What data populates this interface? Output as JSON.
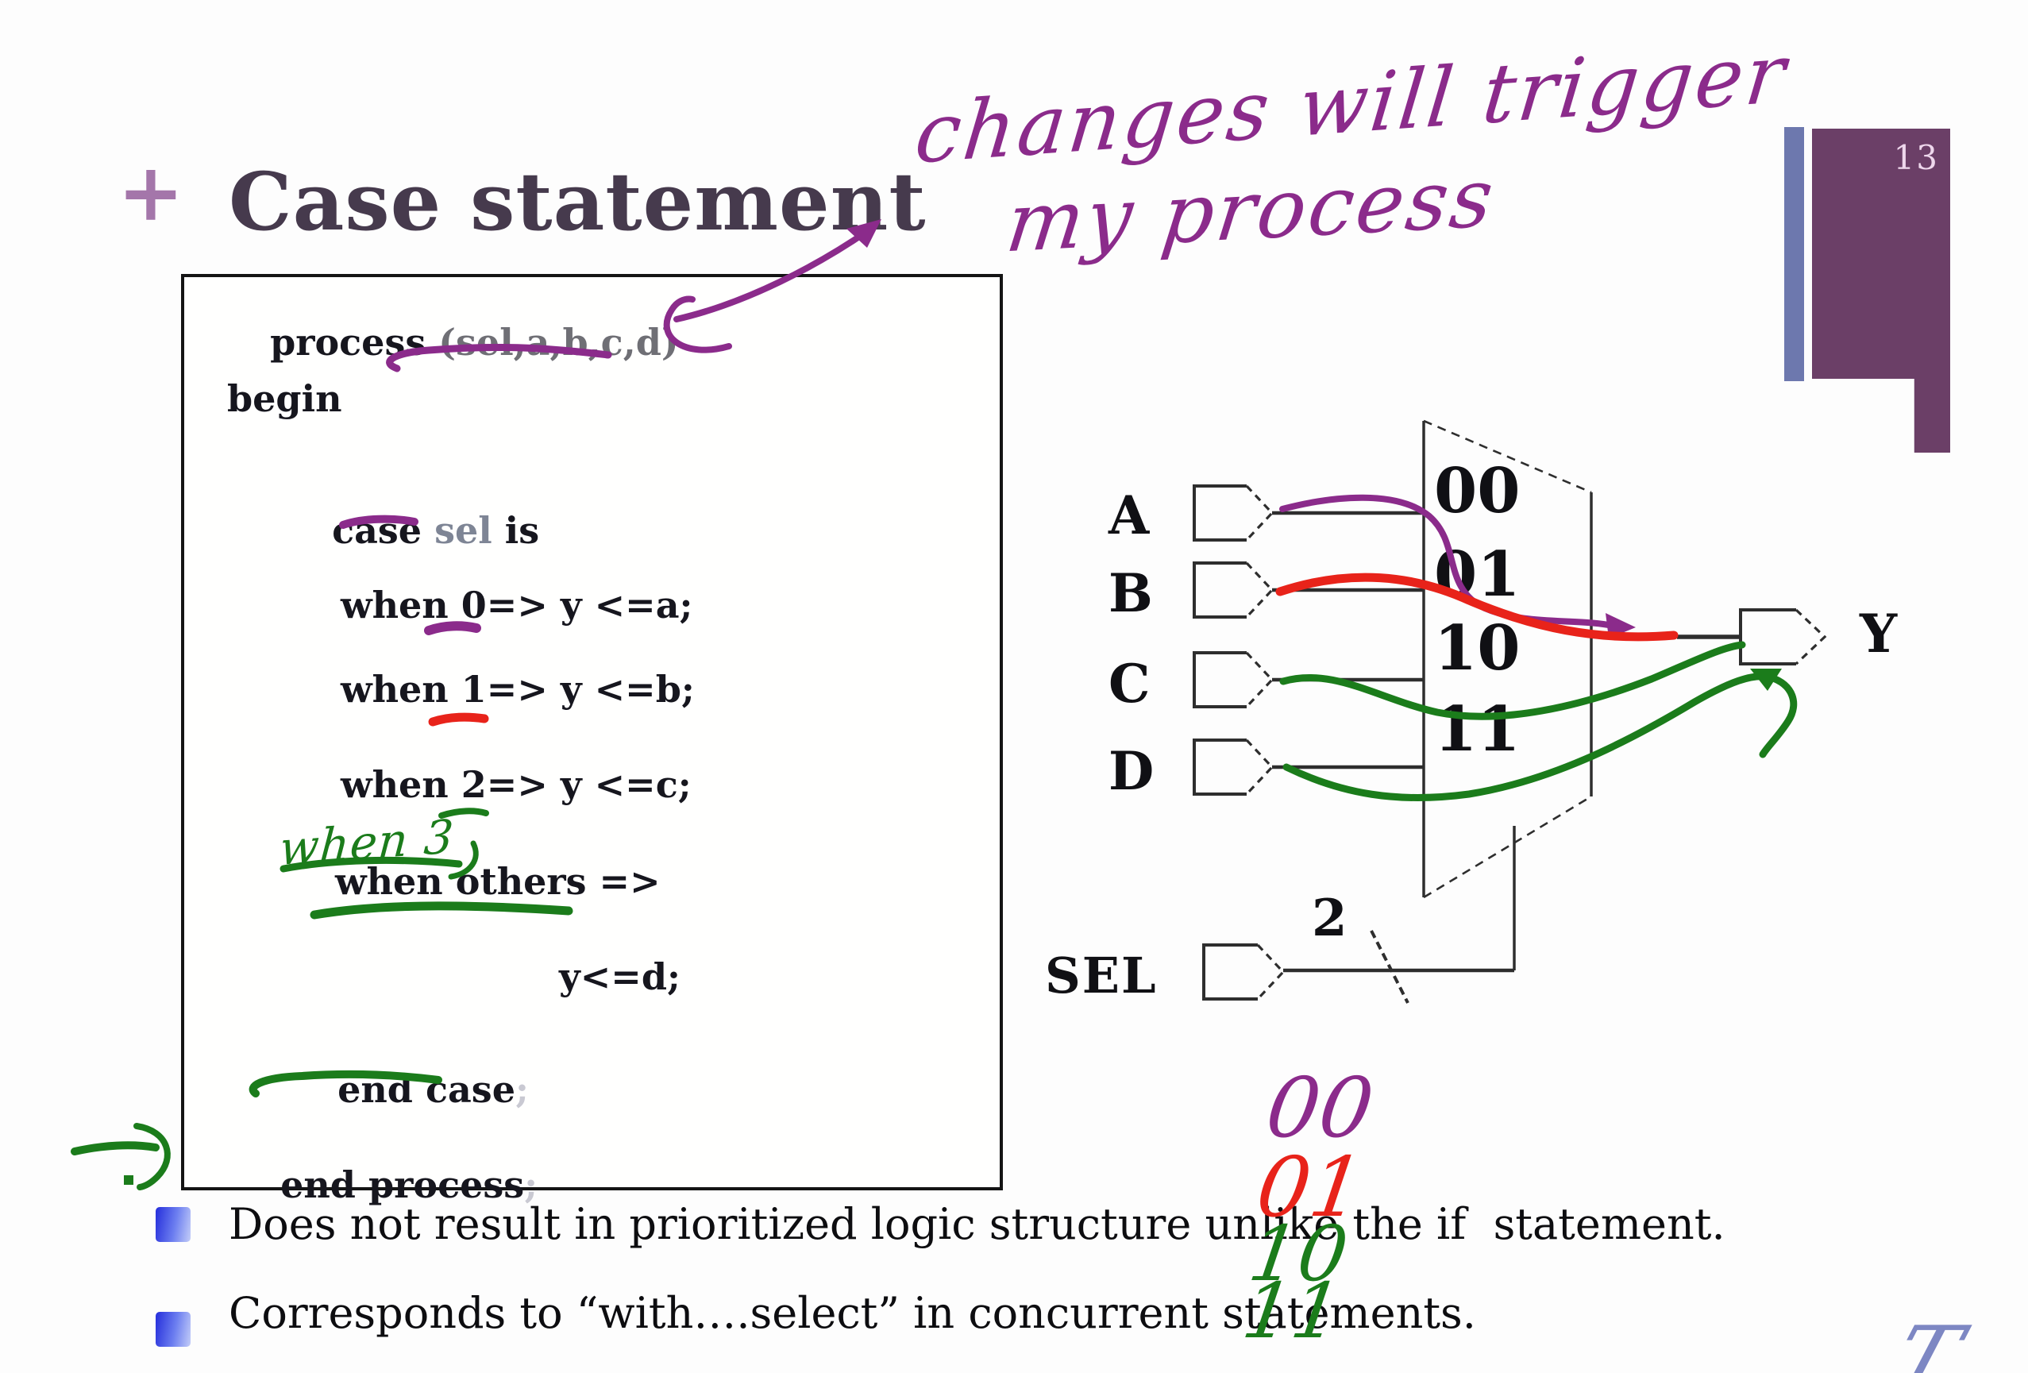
{
  "slide": {
    "plus_marker": "+",
    "title": "Case statement",
    "page_number": "13"
  },
  "code_box": {
    "process_keyword": "process ",
    "process_params": "(sel,a,b,c,d)",
    "begin": "begin",
    "case_kw": "case ",
    "case_signal": "sel",
    "case_is": " is",
    "when_0": "when 0=> y <=a;",
    "when_1": "when 1=> y <=b;",
    "when_2": "when 2=> y <=c;",
    "when_others": "when others =>",
    "assign_others": "y<=d;",
    "end_case": "end case",
    "end_case_tail": ";",
    "end_process": "end process",
    "end_process_tail": ";"
  },
  "handwritten": {
    "trigger_note_line1": "changes will trigger",
    "trigger_note_line2": "my process",
    "when3_note": "when 3",
    "sel_values": [
      {
        "label": "00",
        "color": "#8b2b8b"
      },
      {
        "label": "01",
        "color": "#e8231a"
      },
      {
        "label": "10",
        "color": "#1b7c1b"
      },
      {
        "label": "11",
        "color": "#1b7c1b"
      }
    ]
  },
  "diagram": {
    "input_labels": [
      "A",
      "B",
      "C",
      "D"
    ],
    "mux_select_codes": [
      "00",
      "01",
      "10",
      "11"
    ],
    "output_label": "Y",
    "select_label": "SEL",
    "bus_width_label": "2"
  },
  "bullets": [
    {
      "text": "Does not result in prioritized logic structure unlike the if  statement."
    },
    {
      "text": "Corresponds to “with….select” in concurrent statements."
    }
  ],
  "watermark": {
    "letter": "T"
  },
  "colors": {
    "ink_purple": "#8b2b8b",
    "ink_red": "#e8231a",
    "ink_green": "#1b7c1b",
    "title_text": "#463a4d",
    "title_plus": "#a476aa",
    "flag_purple": "#6b3f67",
    "flag_blue": "#6d78ae",
    "bullet_blue": "#2b35dd"
  }
}
